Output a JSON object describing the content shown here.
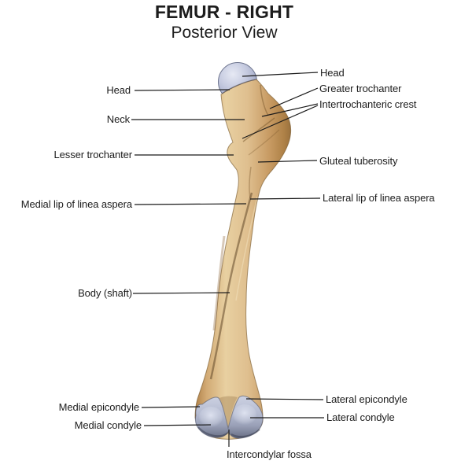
{
  "title": "FEMUR - RIGHT",
  "subtitle": "Posterior View",
  "figure": {
    "subject": "Right femur bone, posterior view, labeled anatomical diagram",
    "bone_color": "#dcbc8a",
    "bone_shadow_color": "#9c7240",
    "cartilage_color": "#b6bcd1",
    "cartilage_highlight": "#dfe3f0",
    "leader_line_color": "#1a1a1a",
    "background_color": "#ffffff"
  },
  "labels": {
    "left": [
      {
        "text": "Head"
      },
      {
        "text": "Neck"
      },
      {
        "text": "Lesser trochanter"
      },
      {
        "text": "Medial lip of linea aspera"
      },
      {
        "text": "Body (shaft)"
      },
      {
        "text": "Medial epicondyle"
      },
      {
        "text": "Medial condyle"
      }
    ],
    "right": [
      {
        "text": "Head"
      },
      {
        "text": "Greater trochanter"
      },
      {
        "text": "Intertrochanteric crest"
      },
      {
        "text": "Gluteal tuberosity"
      },
      {
        "text": "Lateral lip of linea aspera"
      },
      {
        "text": "Lateral epicondyle"
      },
      {
        "text": "Lateral condyle"
      }
    ],
    "bottom": [
      {
        "text": "Intercondylar fossa"
      }
    ]
  }
}
